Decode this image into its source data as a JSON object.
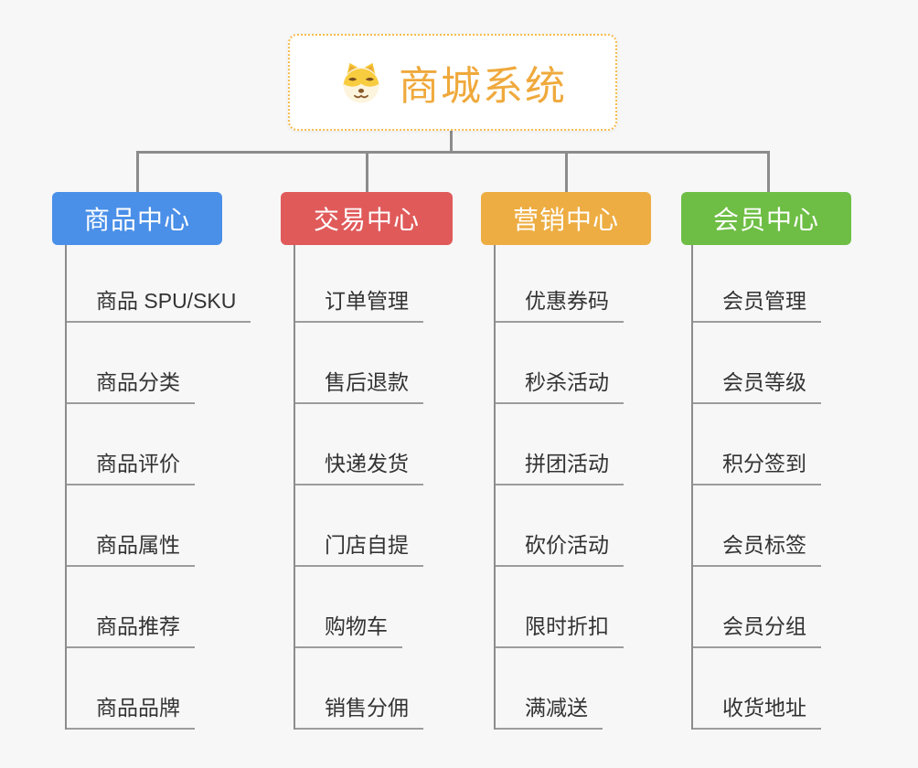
{
  "root": {
    "title": "商城系统",
    "icon": "dog-face-icon",
    "title_color": "#EFA93C",
    "border_color": "#F5BB4D"
  },
  "branches": [
    {
      "label": "商品中心",
      "color": "#4A8FE8",
      "children": [
        "商品 SPU/SKU",
        "商品分类",
        "商品评价",
        "商品属性",
        "商品推荐",
        "商品品牌"
      ]
    },
    {
      "label": "交易中心",
      "color": "#E05A5A",
      "children": [
        "订单管理",
        "售后退款",
        "快递发货",
        "门店自提",
        "购物车",
        "销售分佣"
      ]
    },
    {
      "label": "营销中心",
      "color": "#EDAD42",
      "children": [
        "优惠券码",
        "秒杀活动",
        "拼团活动",
        "砍价活动",
        "限时折扣",
        "满减送"
      ]
    },
    {
      "label": "会员中心",
      "color": "#6EBE45",
      "children": [
        "会员管理",
        "会员等级",
        "积分签到",
        "会员标签",
        "会员分组",
        "收货地址"
      ]
    }
  ],
  "colors": {
    "background": "#F7F7F7",
    "connector": "#8C8C8C",
    "leaf_underline": "#9C9C9C",
    "leaf_text": "#333333"
  }
}
